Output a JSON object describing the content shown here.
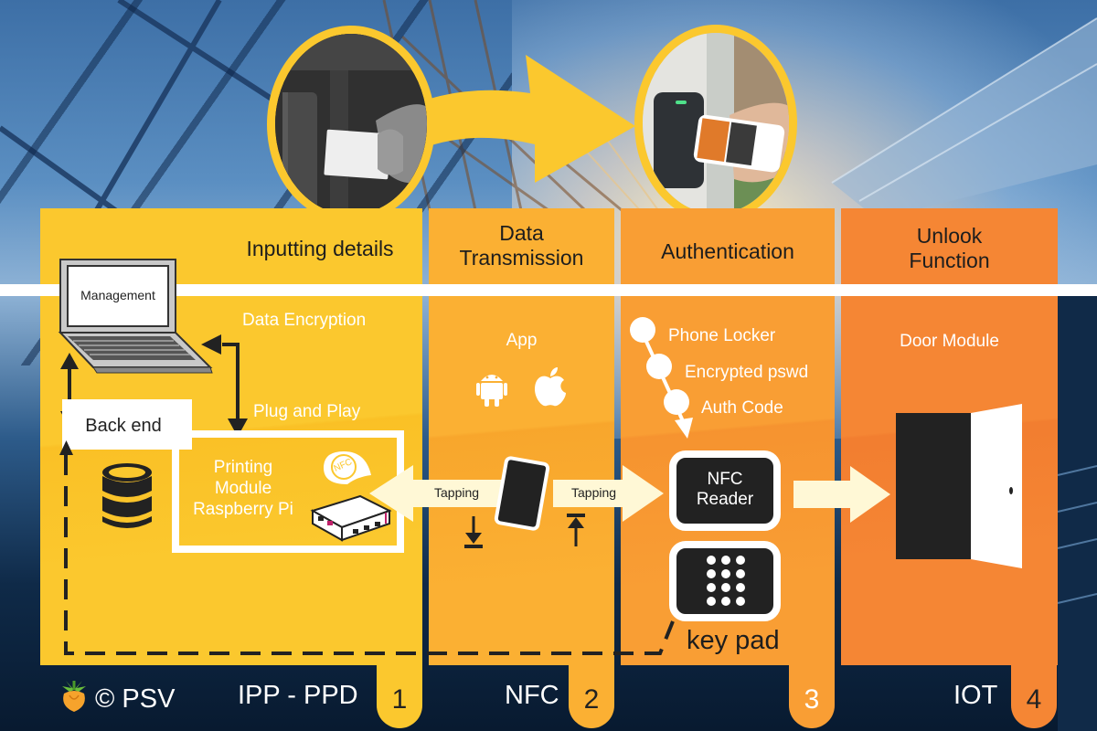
{
  "columns": [
    {
      "title": "Inputting details",
      "tab_number": "1",
      "footer_label": "IPP - PPD",
      "color": "#fbc82e",
      "laptop_label": "Management",
      "labels": {
        "data_encryption": "Data Encryption",
        "plug_and_play": "Plug and Play",
        "back_end": "Back end",
        "module": [
          "Printing",
          "Module",
          "Raspberry Pi"
        ],
        "nfc_badge": "NFC"
      }
    },
    {
      "title_lines": [
        "Data",
        "Transmission"
      ],
      "tab_number": "2",
      "footer_label": "NFC",
      "color": "#fbb033",
      "app_label": "App",
      "tap_left": "Tapping",
      "tap_right": "Tapping"
    },
    {
      "title": "Authentication",
      "tab_number": "3",
      "footer_label": "",
      "color": "#f99e34",
      "steps": [
        "Phone Locker",
        "Encrypted pswd",
        "Auth Code"
      ],
      "reader_lines": [
        "NFC",
        "Reader"
      ],
      "keypad_label": "key pad"
    },
    {
      "title_lines": [
        "Unlook",
        "Function"
      ],
      "tab_number": "4",
      "footer_label": "IOT",
      "color": "#f58634",
      "door_label": "Door Module"
    }
  ],
  "footer": {
    "copyright": "© PSV"
  },
  "accent_arrow_color": "#fbc82e",
  "tap_arrow_color": "#fff8d6"
}
